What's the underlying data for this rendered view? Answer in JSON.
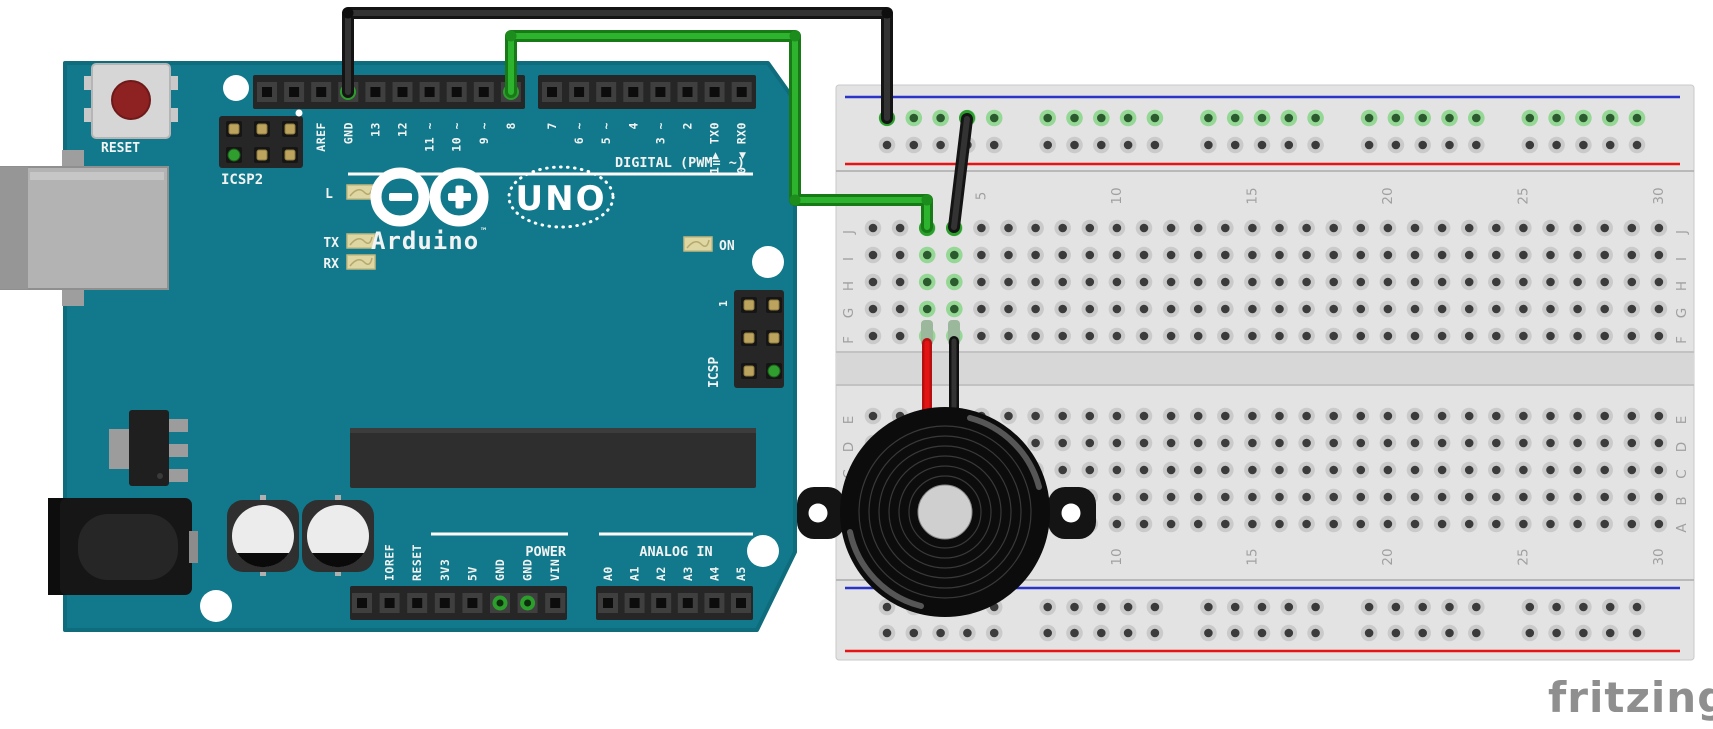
{
  "app": {
    "logo_text": "fritzing"
  },
  "colors": {
    "board_teal": "#11798b",
    "wire_green": "#2db32d",
    "wire_black": "#333333",
    "wire_red": "#e51414",
    "rail_blue": "#2a35c8",
    "rail_red": "#e81313",
    "net_highlight_green": "#95d795",
    "logo_gray": "#8f8f8f",
    "silkscreen_white": "#f2f2f2",
    "reset_button_red": "#8e2121"
  },
  "arduino": {
    "name": "Arduino UNO",
    "reset_label": "RESET",
    "icsp2_label": "ICSP2",
    "icsp_label": "ICSP",
    "icsp_row1_label": "1",
    "led_l_label": "L",
    "led_tx_label": "TX",
    "led_rx_label": "RX",
    "led_on_label": "ON",
    "brand": "Arduino",
    "brand_tm": "™",
    "model": "UNO",
    "digital_section_label": "DIGITAL (PWM= ~)",
    "power_section_label": "POWER",
    "analog_section_label": "ANALOG IN",
    "digital_header_left": [
      {
        "label": ""
      },
      {
        "label": ""
      },
      {
        "label": "AREF"
      },
      {
        "label": "GND",
        "net": "gnd"
      },
      {
        "label": "13"
      },
      {
        "label": "12"
      },
      {
        "label": "11",
        "pwm": true
      },
      {
        "label": "10",
        "pwm": true
      },
      {
        "label": "9",
        "pwm": true
      },
      {
        "label": "8"
      }
    ],
    "digital_header_right": [
      {
        "label": "7"
      },
      {
        "label": "6",
        "pwm": true
      },
      {
        "label": "5",
        "pwm": true
      },
      {
        "label": "4"
      },
      {
        "label": "3",
        "pwm": true
      },
      {
        "label": "2"
      },
      {
        "label": "1",
        "sub": "TX0",
        "arrow": "▲"
      },
      {
        "label": "0",
        "sub": "RX0",
        "arrow": "▼"
      }
    ],
    "power_header": [
      {
        "label": ""
      },
      {
        "label": "IOREF"
      },
      {
        "label": "RESET"
      },
      {
        "label": "3V3"
      },
      {
        "label": "5V"
      },
      {
        "label": "GND",
        "net": "gnd"
      },
      {
        "label": "GND",
        "net": "gnd"
      },
      {
        "label": "VIN"
      }
    ],
    "analog_header": [
      {
        "label": "A0"
      },
      {
        "label": "A1"
      },
      {
        "label": "A2"
      },
      {
        "label": "A3"
      },
      {
        "label": "A4"
      },
      {
        "label": "A5"
      }
    ]
  },
  "breadboard": {
    "row_letters_top": [
      "J",
      "I",
      "H",
      "G",
      "F"
    ],
    "row_letters_bottom": [
      "E",
      "D",
      "C",
      "B",
      "A"
    ],
    "column_numbers": [
      "5",
      "10",
      "15",
      "20",
      "25",
      "30"
    ],
    "net_highlighted_holes": {
      "top_rail_row1": "all",
      "main_green": [
        [
          "I",
          3
        ],
        [
          "I",
          4
        ],
        [
          "H",
          3
        ],
        [
          "H",
          4
        ],
        [
          "G",
          3
        ],
        [
          "G",
          4
        ]
      ],
      "wire_ends": [
        [
          "J",
          3
        ],
        [
          "J",
          4
        ]
      ],
      "component_legs": [
        [
          "F",
          3
        ],
        [
          "F",
          4
        ]
      ]
    }
  },
  "wires": [
    {
      "name": "gnd-wire-arduino-to-rail",
      "color": "black",
      "from": "Arduino GND",
      "to": "breadboard top rail"
    },
    {
      "name": "rail-to-j4-wire",
      "color": "black",
      "from": "breadboard top rail",
      "to": "breadboard J4"
    },
    {
      "name": "signal-wire-d8-to-j3",
      "color": "green",
      "from": "Arduino pin 8",
      "to": "breadboard J3"
    },
    {
      "name": "buzzer-positive-lead",
      "color": "red",
      "from": "buzzer +",
      "to": "breadboard F3"
    },
    {
      "name": "buzzer-negative-lead",
      "color": "black",
      "from": "buzzer −",
      "to": "breadboard F4"
    }
  ],
  "buzzer": {
    "name": "piezo-buzzer"
  }
}
